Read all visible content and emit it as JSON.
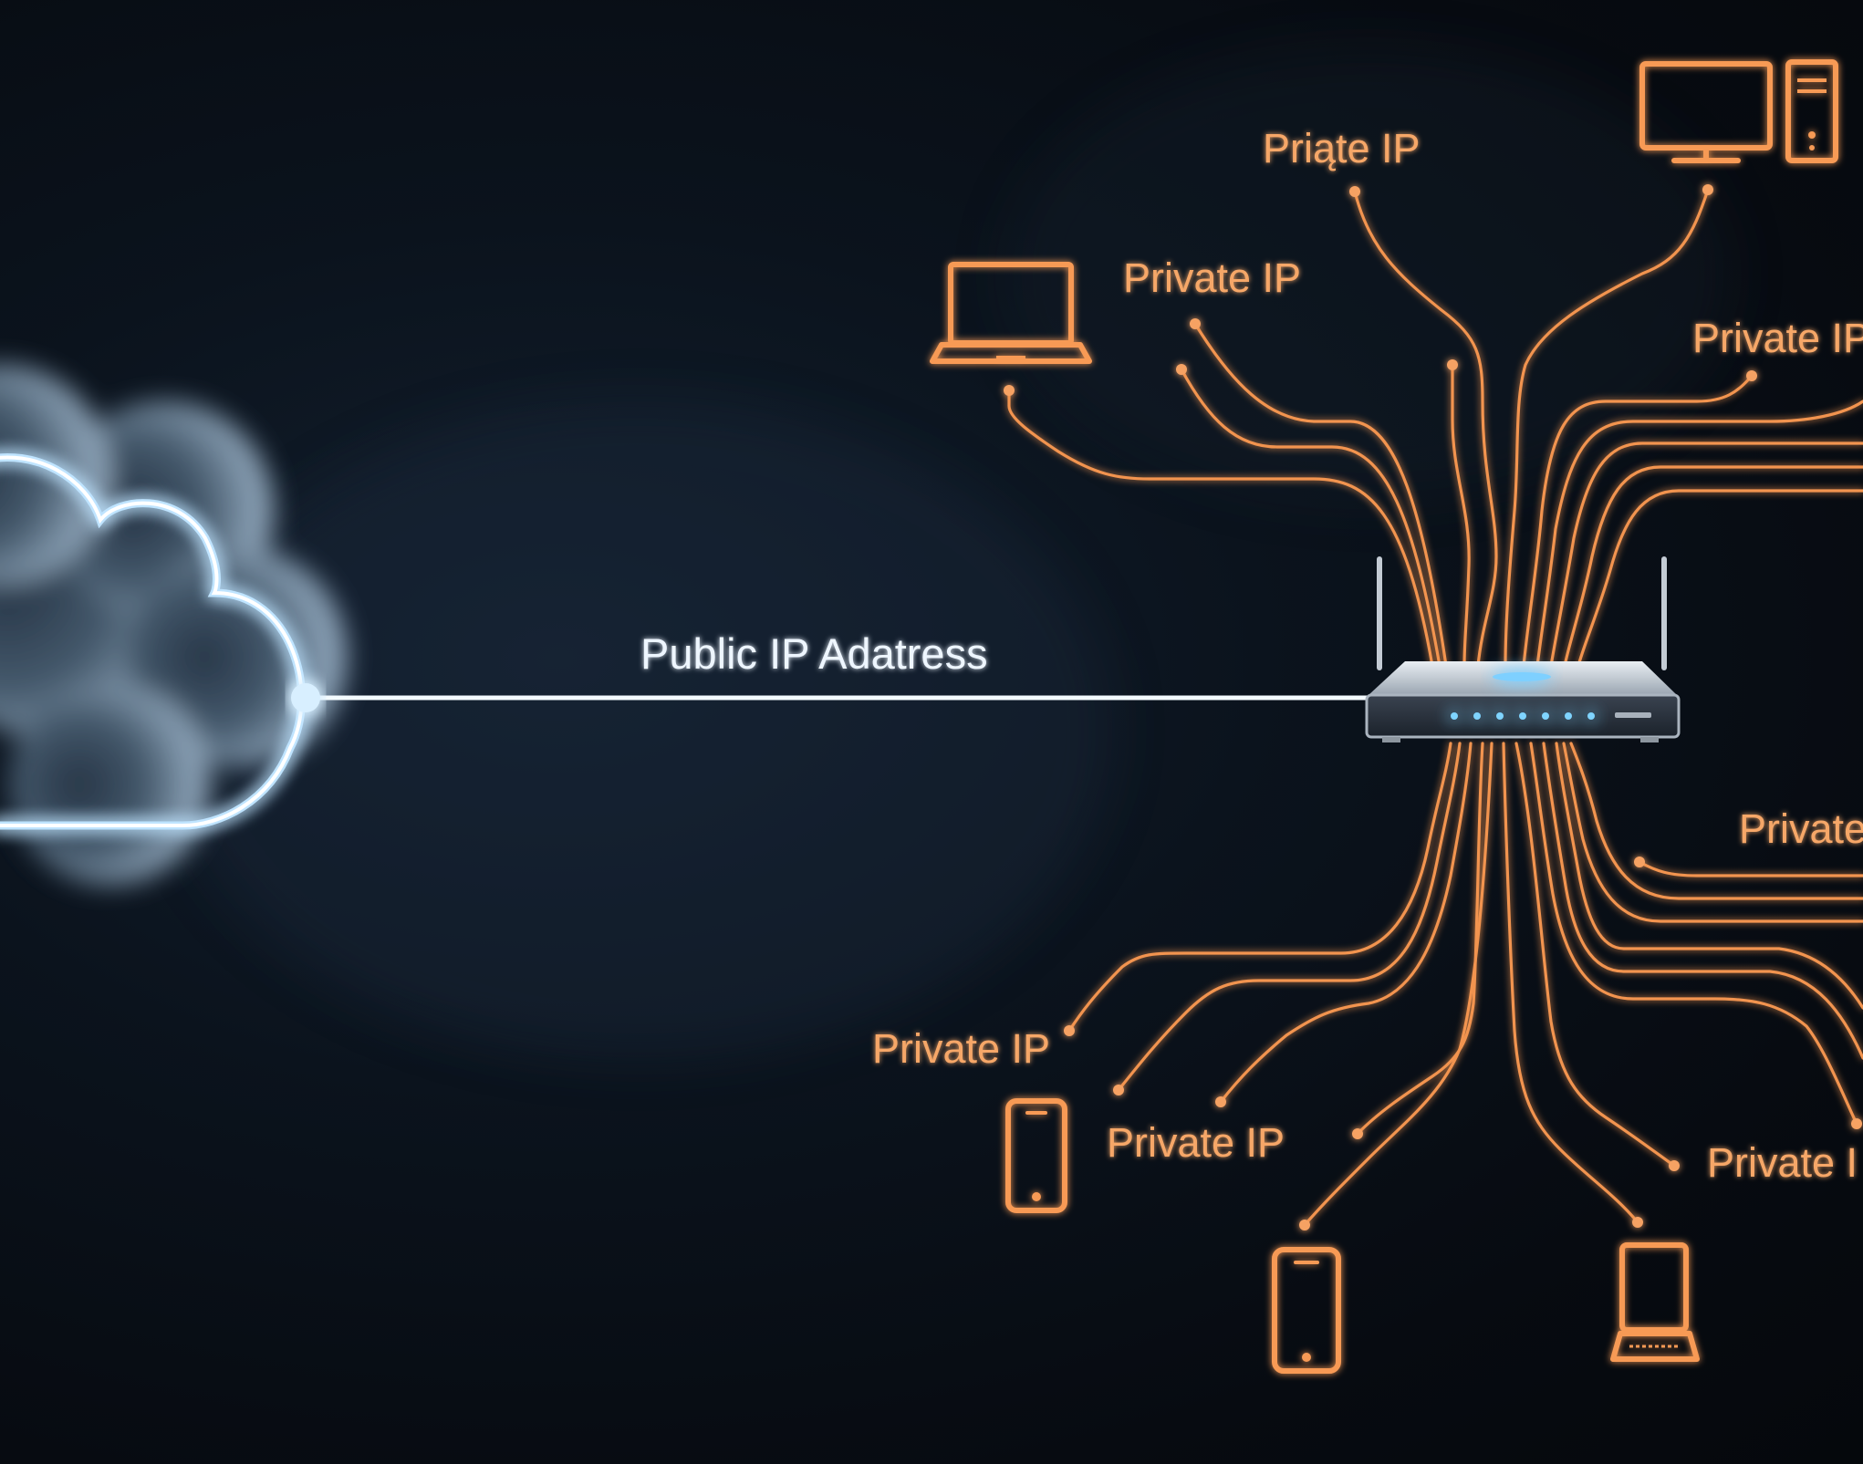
{
  "diagram": {
    "public_label": "Public IP Adatress",
    "private_labels": [
      "Priąte IP",
      "Private IP",
      "Private IP",
      "Private",
      "Private IP",
      "Private IP",
      "Private I"
    ],
    "colors": {
      "background": "#070c13",
      "public_link": "#6fc3ff",
      "private_links": "#f2944f",
      "router": "#c9d2dc"
    },
    "icons": [
      "cloud-icon",
      "router-icon",
      "laptop-icon",
      "desktop-monitor-icon",
      "desktop-tower-icon",
      "smartphone-icon",
      "tablet-icon"
    ]
  }
}
